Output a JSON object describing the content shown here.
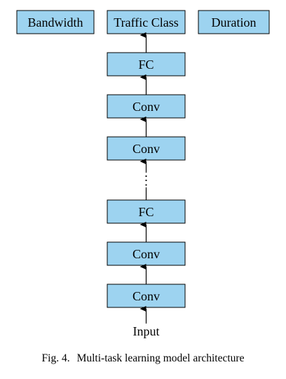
{
  "diagram": {
    "box_fill": "#9dd3f0",
    "outputs": {
      "bandwidth": "Bandwidth",
      "traffic_class": "Traffic Class",
      "duration": "Duration"
    },
    "layers": {
      "fc_top": "FC",
      "conv_3": "Conv",
      "conv_2_top": "Conv",
      "ellipsis": "⋮",
      "fc_bottom": "FC",
      "conv_2": "Conv",
      "conv_1": "Conv"
    },
    "input": "Input"
  },
  "caption": {
    "label": "Fig. 4.",
    "text": "Multi-task learning model architecture"
  }
}
